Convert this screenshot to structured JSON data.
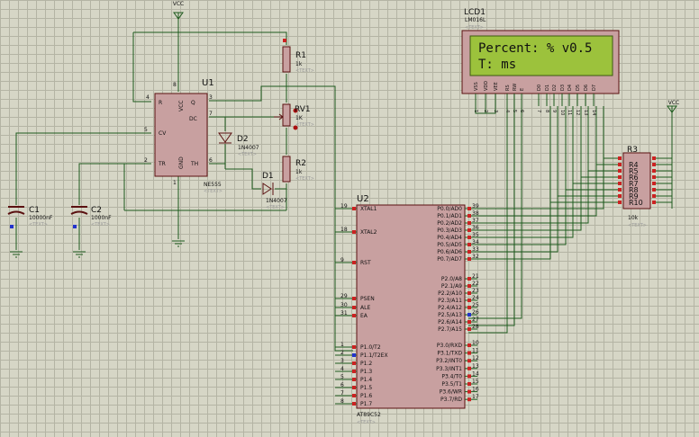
{
  "power": {
    "vcc1": "VCC",
    "vcc2": "VCC"
  },
  "text_placeholder": "<TEXT>",
  "lcd": {
    "ref": "LCD1",
    "model": "LM016L",
    "line1": "Percent: % v0.5",
    "line2": "T: ms",
    "pins": [
      "VSS",
      "VDD",
      "VEE",
      "RS",
      "RW",
      "E",
      "D0",
      "D1",
      "D2",
      "D3",
      "D4",
      "D5",
      "D6",
      "D7"
    ],
    "pin_numbers": [
      "1",
      "2",
      "3",
      "4",
      "5",
      "6",
      "7",
      "8",
      "9",
      "10",
      "11",
      "12",
      "13",
      "14"
    ]
  },
  "u1": {
    "ref": "U1",
    "model": "NE555",
    "pins": {
      "r": "R",
      "q": "Q",
      "dc": "DC",
      "cv": "CV",
      "tr": "TR",
      "th": "TH",
      "vcc": "VCC",
      "gnd": "GND"
    },
    "pin_numbers": {
      "r": "4",
      "q": "3",
      "dc": "7",
      "cv": "5",
      "tr": "2",
      "th": "6",
      "vcc": "8",
      "gnd": "1"
    }
  },
  "r1": {
    "ref": "R1",
    "value": "1k"
  },
  "rv1": {
    "ref": "RV1",
    "value": "1K"
  },
  "r2": {
    "ref": "R2",
    "value": "1k"
  },
  "d1": {
    "ref": "D1",
    "model": "1N4007"
  },
  "d2": {
    "ref": "D2",
    "model": "1N4007"
  },
  "c1": {
    "ref": "C1",
    "value": "10000nF"
  },
  "c2": {
    "ref": "C2",
    "value": "1000nF"
  },
  "r3": {
    "ref": "R3",
    "value": "10k",
    "labels": [
      "R4",
      "R5",
      "R6",
      "R7",
      "R8",
      "R9",
      "R10"
    ]
  },
  "u2": {
    "ref": "U2",
    "model": "AT89C52",
    "left_pins": [
      {
        "num": "19",
        "name": "XTAL1"
      },
      {
        "num": "18",
        "name": "XTAL2"
      },
      {
        "num": "9",
        "name": "RST"
      },
      {
        "num": "29",
        "name": "PSEN"
      },
      {
        "num": "30",
        "name": "ALE"
      },
      {
        "num": "31",
        "name": "EA"
      },
      {
        "num": "1",
        "name": "P1.0/T2"
      },
      {
        "num": "2",
        "name": "P1.1/T2EX"
      },
      {
        "num": "3",
        "name": "P1.2"
      },
      {
        "num": "4",
        "name": "P1.3"
      },
      {
        "num": "5",
        "name": "P1.4"
      },
      {
        "num": "6",
        "name": "P1.5"
      },
      {
        "num": "7",
        "name": "P1.6"
      },
      {
        "num": "8",
        "name": "P1.7"
      }
    ],
    "right_pins": [
      {
        "num": "39",
        "name": "P0.0/AD0"
      },
      {
        "num": "38",
        "name": "P0.1/AD1"
      },
      {
        "num": "37",
        "name": "P0.2/AD2"
      },
      {
        "num": "36",
        "name": "P0.3/AD3"
      },
      {
        "num": "35",
        "name": "P0.4/AD4"
      },
      {
        "num": "34",
        "name": "P0.5/AD5"
      },
      {
        "num": "33",
        "name": "P0.6/AD6"
      },
      {
        "num": "32",
        "name": "P0.7/AD7"
      },
      {
        "num": "21",
        "name": "P2.0/A8"
      },
      {
        "num": "22",
        "name": "P2.1/A9"
      },
      {
        "num": "23",
        "name": "P2.2/A10"
      },
      {
        "num": "24",
        "name": "P2.3/A11"
      },
      {
        "num": "25",
        "name": "P2.4/A12"
      },
      {
        "num": "26",
        "name": "P2.5/A13"
      },
      {
        "num": "27",
        "name": "P2.6/A14"
      },
      {
        "num": "28",
        "name": "P2.7/A15"
      },
      {
        "num": "10",
        "name": "P3.0/RXD"
      },
      {
        "num": "11",
        "name": "P3.1/TXD"
      },
      {
        "num": "12",
        "name": "P3.2/INT0"
      },
      {
        "num": "13",
        "name": "P3.3/INT1"
      },
      {
        "num": "14",
        "name": "P3.4/T0"
      },
      {
        "num": "15",
        "name": "P3.5/T1"
      },
      {
        "num": "16",
        "name": "P3.6/WR"
      },
      {
        "num": "17",
        "name": "P3.7/RD"
      }
    ]
  },
  "colors": {
    "wire": "#1d5a1d",
    "body": "#c8a0a0",
    "bodyStroke": "#5a1010",
    "lcdBg": "#9cc23c",
    "pinRed": "#cc2222",
    "pinBlue": "#2233cc"
  }
}
